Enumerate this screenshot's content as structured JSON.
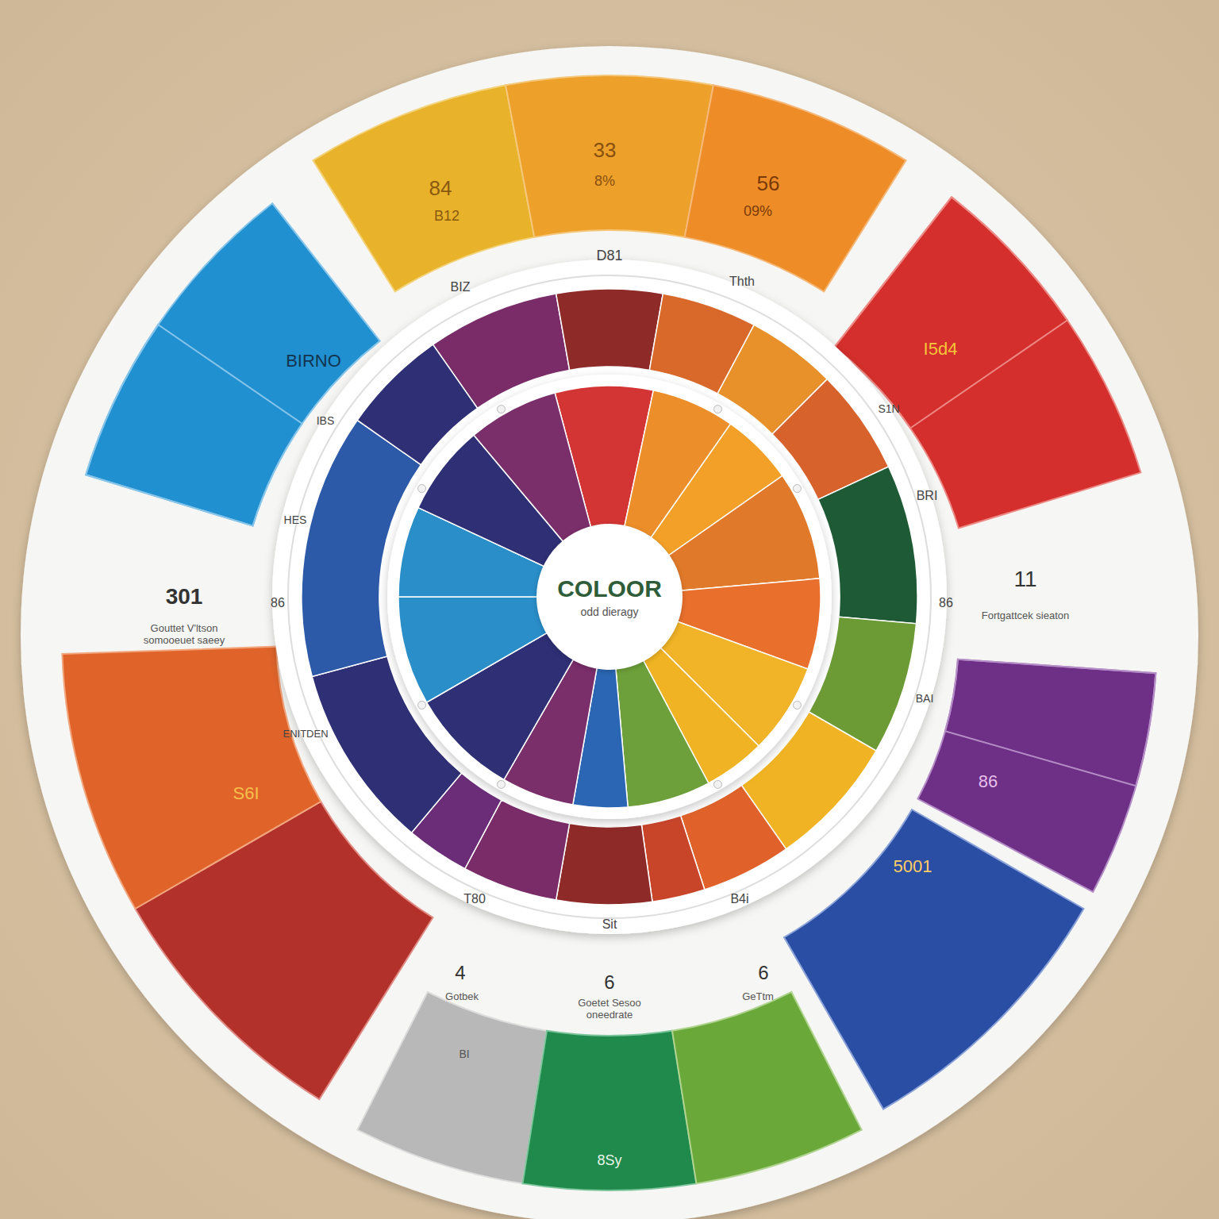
{
  "diagram": {
    "nodes": [
      {
        "text": [
          "COLOOR",
          "odd dieragy"
        ]
      }
    ],
    "labels": [
      "84",
      "33",
      "8%",
      "56",
      "B12",
      "09%",
      "D81",
      "BIZ",
      "Thth",
      "301",
      "Gouttet V'ltson somooeuet saeey",
      "11",
      "Fortgattcek sieaton",
      "4",
      "6",
      "6",
      "Gotbek",
      "Goetet Sesoo oneedrate",
      "GeTtm",
      "8Sy",
      "Sit",
      "T80",
      "B4i",
      "S1N",
      "BRI",
      "86",
      "BAI",
      "I5d4",
      "BIRNO",
      "IBS",
      "HES",
      "86",
      "ENITDEN",
      "S6I",
      "86",
      "5001",
      "BI"
    ]
  }
}
